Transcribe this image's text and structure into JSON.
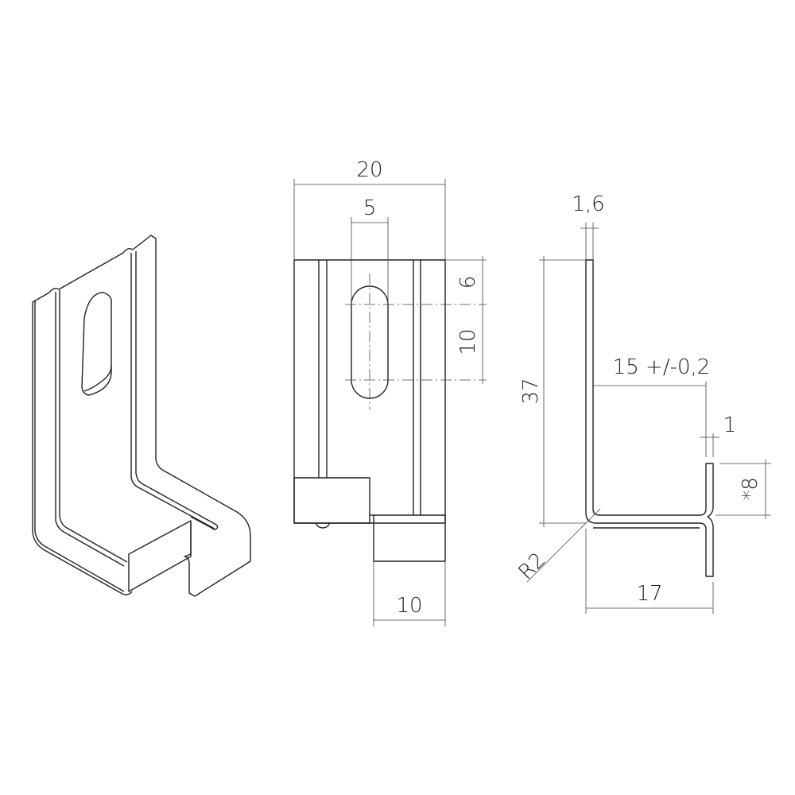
{
  "drawing": {
    "colors": {
      "line": "#222222",
      "dimension": "#444444",
      "background": "#ffffff"
    },
    "front_view": {
      "width_label": "20",
      "slot_width_label": "5",
      "slot_top_offset_label": "6",
      "slot_length_label": "10",
      "foot_width_label": "10"
    },
    "side_view": {
      "thickness_label": "1,6",
      "height_label": "37",
      "inner_width_label": "15 +/-0,2",
      "lip_thickness_label": "1",
      "lip_height_label": "*8",
      "radius_label": "R2",
      "depth_label": "17"
    }
  }
}
